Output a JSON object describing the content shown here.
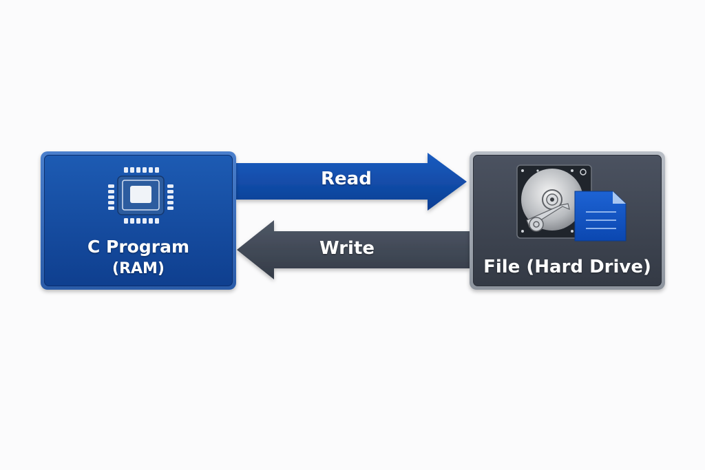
{
  "diagram": {
    "nodes": [
      {
        "id": "ram",
        "title": "C Program",
        "subtitle": "(RAM)",
        "icon": "cpu-chip-icon",
        "color": "#1d5bb3"
      },
      {
        "id": "hdd",
        "title": "File (Hard Drive)",
        "icon": "hard-drive-file-icon",
        "color": "#3e4450"
      }
    ],
    "edges": [
      {
        "from": "ram",
        "to": "hdd",
        "label": "Read",
        "color": "#0d49a6"
      },
      {
        "from": "hdd",
        "to": "ram",
        "label": "Write",
        "color": "#3b4350"
      }
    ]
  }
}
